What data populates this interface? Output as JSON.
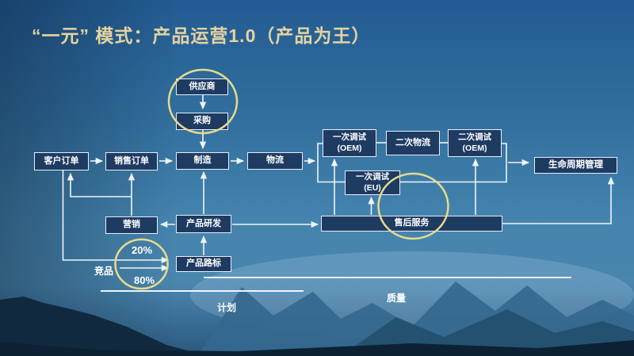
{
  "slide": {
    "title": "“一元” 模式：产品运营1.0（产品为王）"
  },
  "colors": {
    "title_gold": "#e5d3a0",
    "accent_gold": "#e8da8c",
    "box_navy": "#1e3b62",
    "box_border": "#e8eef5",
    "line_white": "#eef5fb"
  },
  "diagram": {
    "boxes": {
      "supplier": "供应商",
      "procurement": "采购",
      "customer_order": "客户订单",
      "sales_order": "销售订单",
      "manufacturing": "制造",
      "logistics": "物流",
      "debug1_oem": "一次调试\n(OEM)",
      "logistics2": "二次物流",
      "debug2_oem": "二次调试\n(OEM)",
      "debug1_eu": "一次调试\n(EU)",
      "lifecycle": "生命周期管理",
      "after_sales": "售后服务",
      "marketing": "营销",
      "product_rd": "产品研发",
      "roadmap": "产品路标"
    },
    "labels": {
      "pct_20": "20%",
      "pct_80": "80%",
      "competitor": "竞品",
      "quality": "质量",
      "plan": "计划"
    }
  }
}
